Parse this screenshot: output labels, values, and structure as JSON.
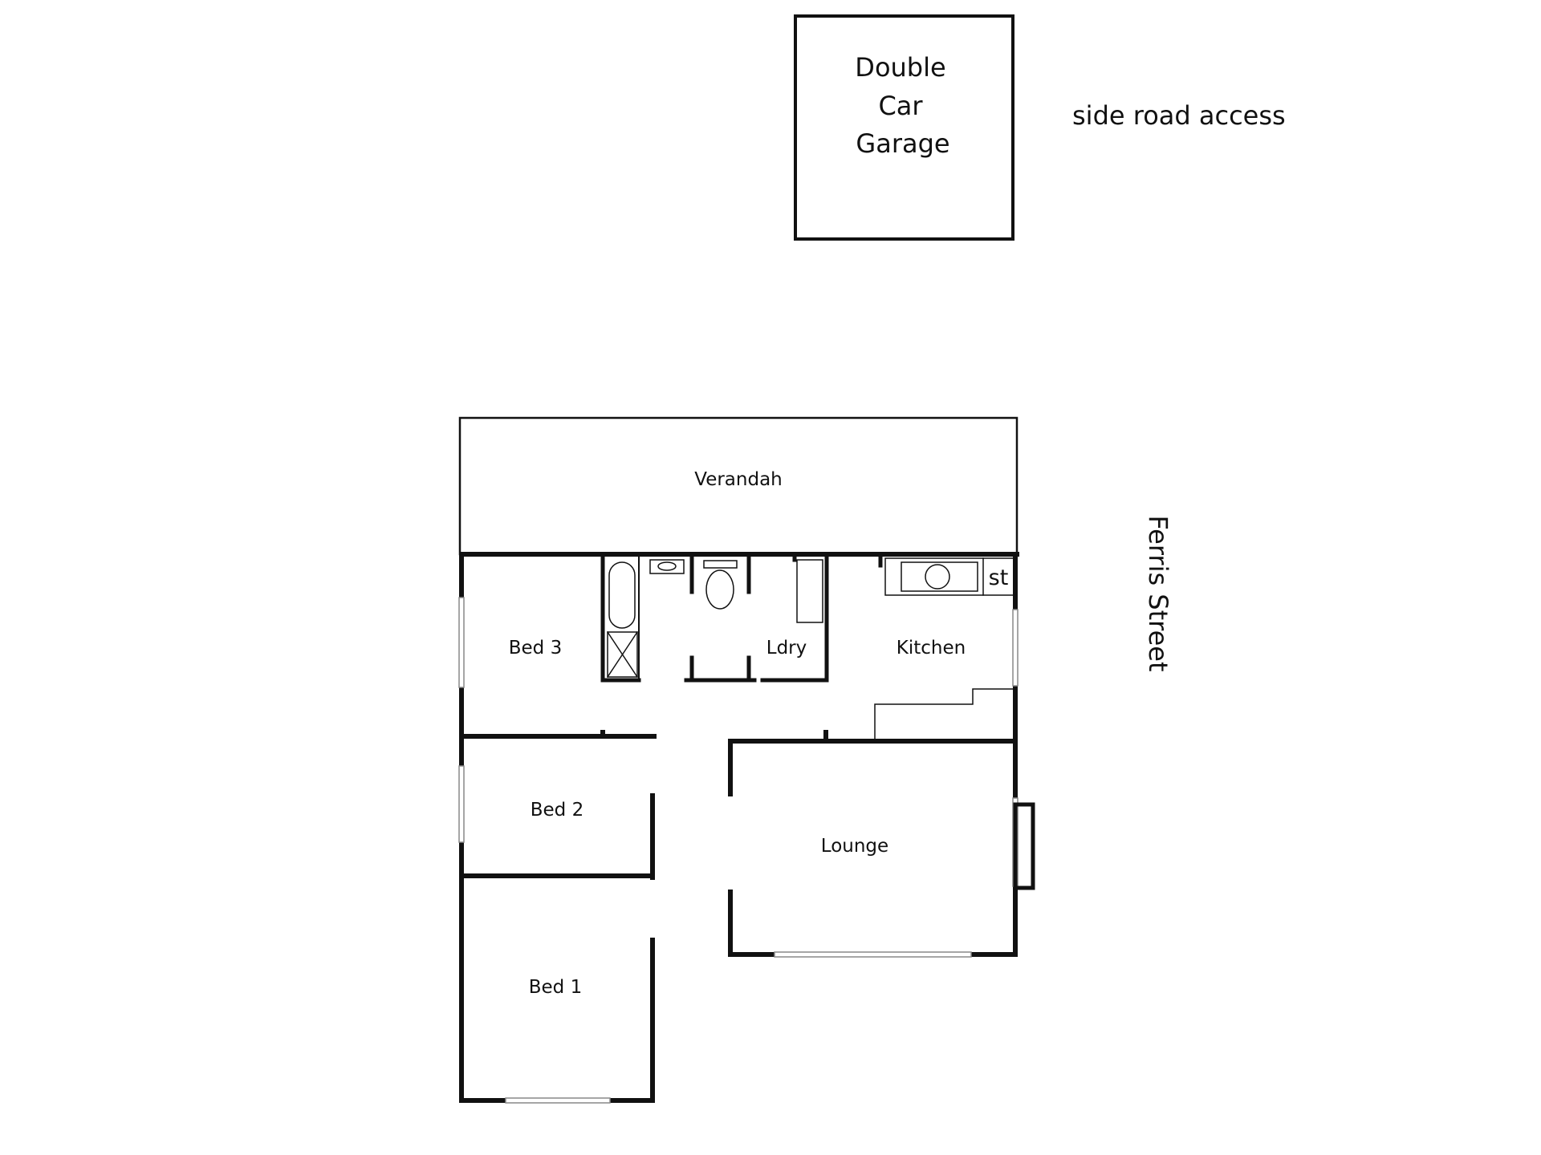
{
  "garage": {
    "lines": [
      "Double",
      "Car",
      "Garage"
    ]
  },
  "side_note": "side road access",
  "street": "Ferris Street",
  "rooms": {
    "verandah": "Verandah",
    "bed3": "Bed 3",
    "laundry": "Ldry",
    "kitchen": "Kitchen",
    "stove": "st",
    "bed2": "Bed 2",
    "lounge": "Lounge",
    "bed1": "Bed 1"
  }
}
